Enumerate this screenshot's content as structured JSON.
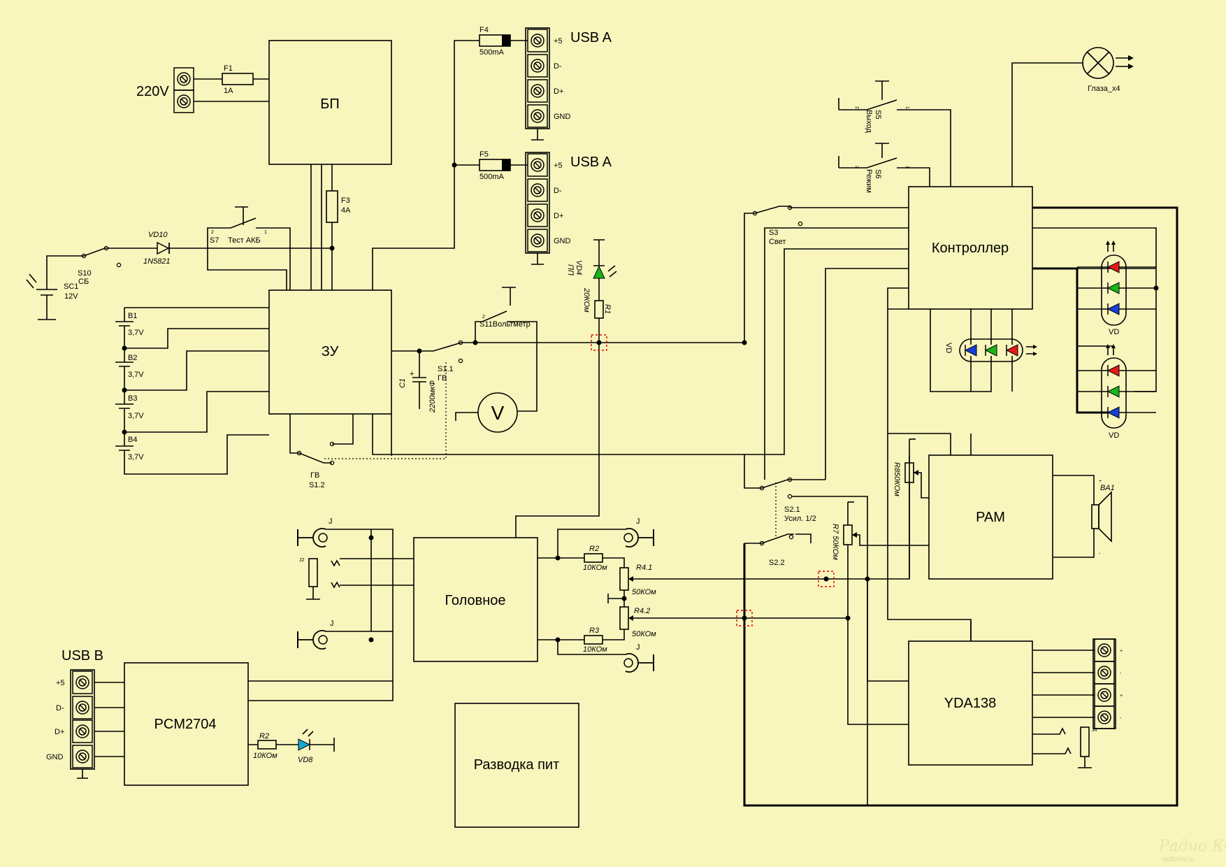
{
  "blocks": {
    "bp": "БП",
    "zu": "ЗУ",
    "golovnoe": "Головное",
    "pcm": "PCM2704",
    "razvodka": "Разводка пит",
    "controller": "Контроллер",
    "pam": "PAM",
    "yda": "YDA138"
  },
  "labels": {
    "v220": "220V",
    "f1": "F1",
    "f1_val": "1A",
    "f3": "F3",
    "f3_val": "4A",
    "f4": "F4",
    "f4_val": "500mA",
    "f5": "F5",
    "f5_val": "500mA",
    "usb_a": "USB A",
    "usb_b": "USB B",
    "usb_pins": [
      "+5",
      "D-",
      "D+",
      "GND"
    ],
    "s7": "S7",
    "s7_name": "Тест АКБ",
    "vd10": "VD10",
    "vd10_val": "1N5821",
    "s10": "S10",
    "s10_name": "СБ",
    "sc1": "SC1",
    "sc1_val": "12V",
    "b1": "B1",
    "b2": "B2",
    "b3": "B3",
    "b4": "B4",
    "cell_v": "3,7V",
    "c1": "C1",
    "c1_val": "2200мкФ",
    "s1_1": "S1.1",
    "gv": "ГВ",
    "s1_2": "S1.2",
    "s11": "S11Вольтметр",
    "voltmeter": "V",
    "vd4": "VD4",
    "vd4_sub": "ПП",
    "r1": "R1",
    "r1_val": "20КОм",
    "j": "J",
    "j2": "J2",
    "j4": "J4",
    "r2": "R2",
    "r2_val": "10КОм",
    "r3": "R3",
    "r3_val": "10КОм",
    "r4_1": "R4.1",
    "r4_2": "R4.2",
    "r4_val": "50КОм",
    "vd8": "VD8",
    "s3": "S3",
    "s3_name": "Свет",
    "s5": "S5",
    "s5_name": "Выход",
    "s6": "S6",
    "s6_name": "Режим",
    "eyes": "Глаза_x4",
    "vd": "VD",
    "r8": "R850КОм",
    "r7": "R7 50КОм",
    "ba1": "BA1",
    "s2_1": "S2.1",
    "s2_name": "Усил. 1/2",
    "s2_2": "S2.2",
    "pin_plus": "+",
    "pin_minus": "-",
    "pin_one": "1",
    "pin_two": "2",
    "watermark_brand": "Радио КОТ",
    "watermark_site": "radiokot.ru"
  },
  "colors": {
    "background": "#f8f5bd",
    "led_red": "#e41a1a",
    "led_green": "#1ab51a",
    "led_blue": "#1a3fd8",
    "led_cyan": "#17a7d6",
    "selection": "#e00000"
  }
}
